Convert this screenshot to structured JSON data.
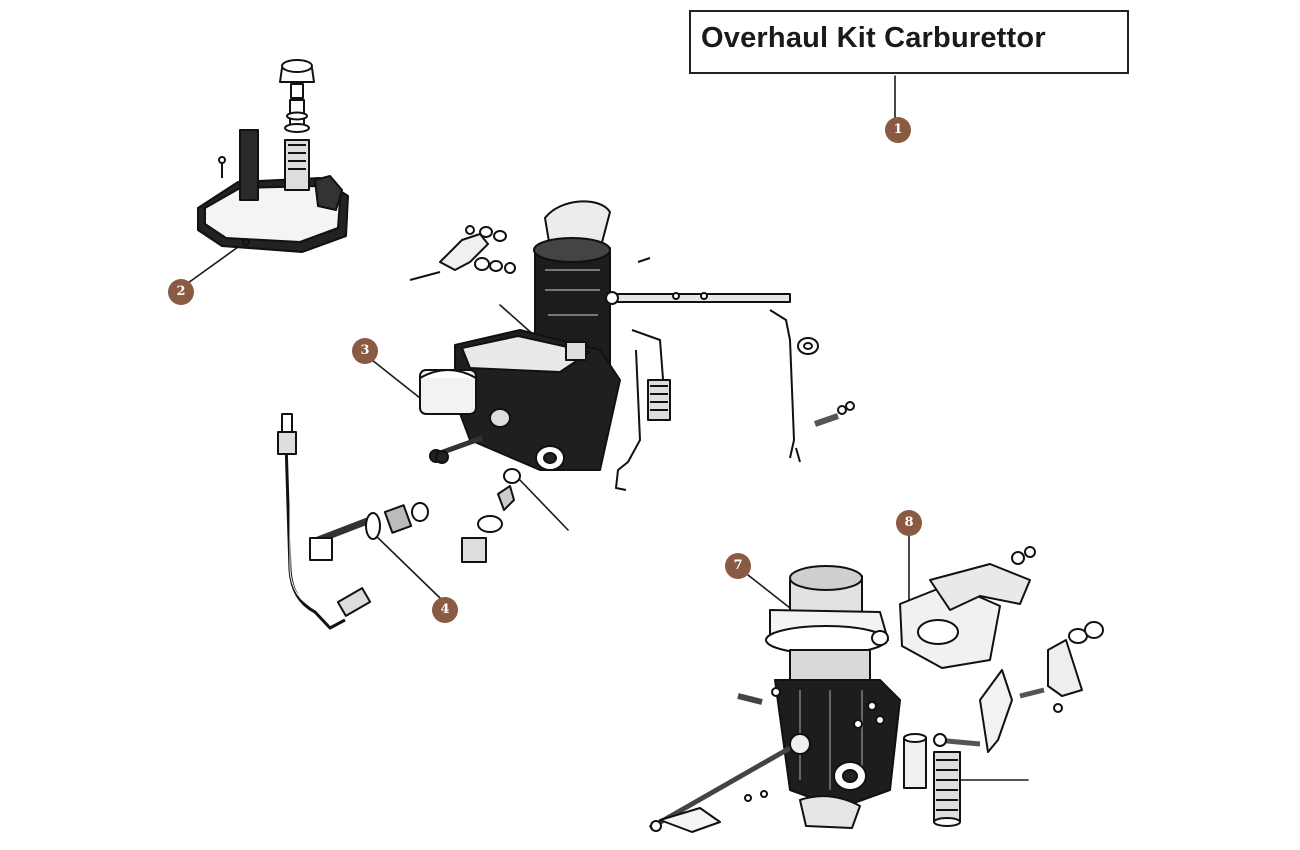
{
  "title": "Overhaul Kit Carburettor",
  "callout_color": "#8a5a43",
  "callouts": [
    {
      "label": "1"
    },
    {
      "label": "2"
    },
    {
      "label": "3"
    },
    {
      "label": "4"
    },
    {
      "label": "7"
    },
    {
      "label": "8"
    }
  ]
}
